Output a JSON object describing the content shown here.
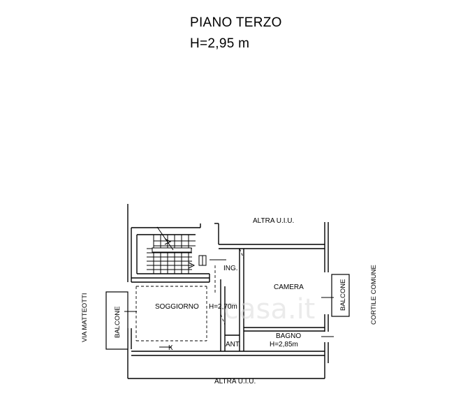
{
  "header": {
    "floor": "PIANO TERZO",
    "height": "H=2,95 m"
  },
  "labels": {
    "altra_top": "ALTRA U.I.U.",
    "altra_bottom": "ALTRA U.I.U.",
    "via": "VIA MATTEOTTI",
    "cortile": "CORTILE COMUNE",
    "balcone_left": "BALCONE",
    "balcone_right": "BALCONE",
    "soggiorno": "SOGGIORNO",
    "soggiorno_h": "H=2,70m",
    "k": "K",
    "ing": "ING.",
    "camera": "CAMERA",
    "bagno": "BAGNO",
    "bagno_h": "H=2,85m",
    "ant": "ANT."
  },
  "watermark": "casa.it"
}
